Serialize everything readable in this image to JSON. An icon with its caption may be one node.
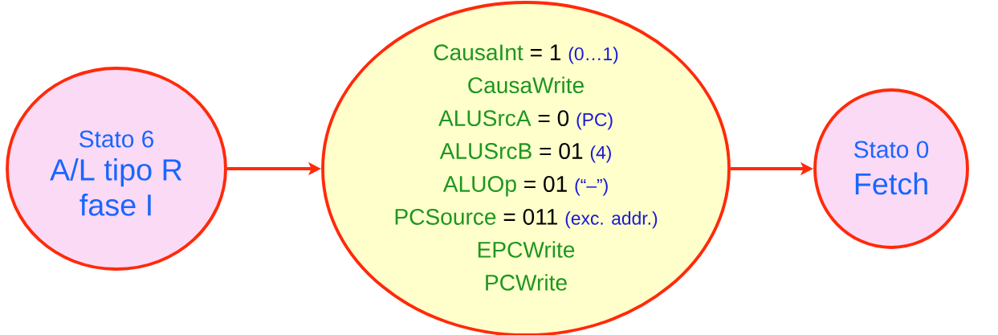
{
  "diagram": {
    "nodes": [
      {
        "text": [
          "Stato 6",
          "A/L tipo R fase I"
        ]
      },
      {
        "text": [
          "CausaInt",
          "= 1",
          "(0…1)",
          "CausaWrite",
          "ALUSrcA",
          "= 0",
          "(PC)",
          "ALUSrcB",
          "= 01",
          "(4)",
          "ALUOp",
          "= 01",
          "(“–”)",
          "PCSource",
          "= 011",
          "(exc. addr.)",
          "EPCWrite",
          "PCWrite"
        ]
      },
      {
        "text": [
          "Stato 0",
          "Fetch"
        ]
      }
    ],
    "edges": [
      {
        "from": 0,
        "to": 1,
        "arrow": "to"
      },
      {
        "from": 1,
        "to": 2,
        "arrow": "to"
      }
    ]
  }
}
